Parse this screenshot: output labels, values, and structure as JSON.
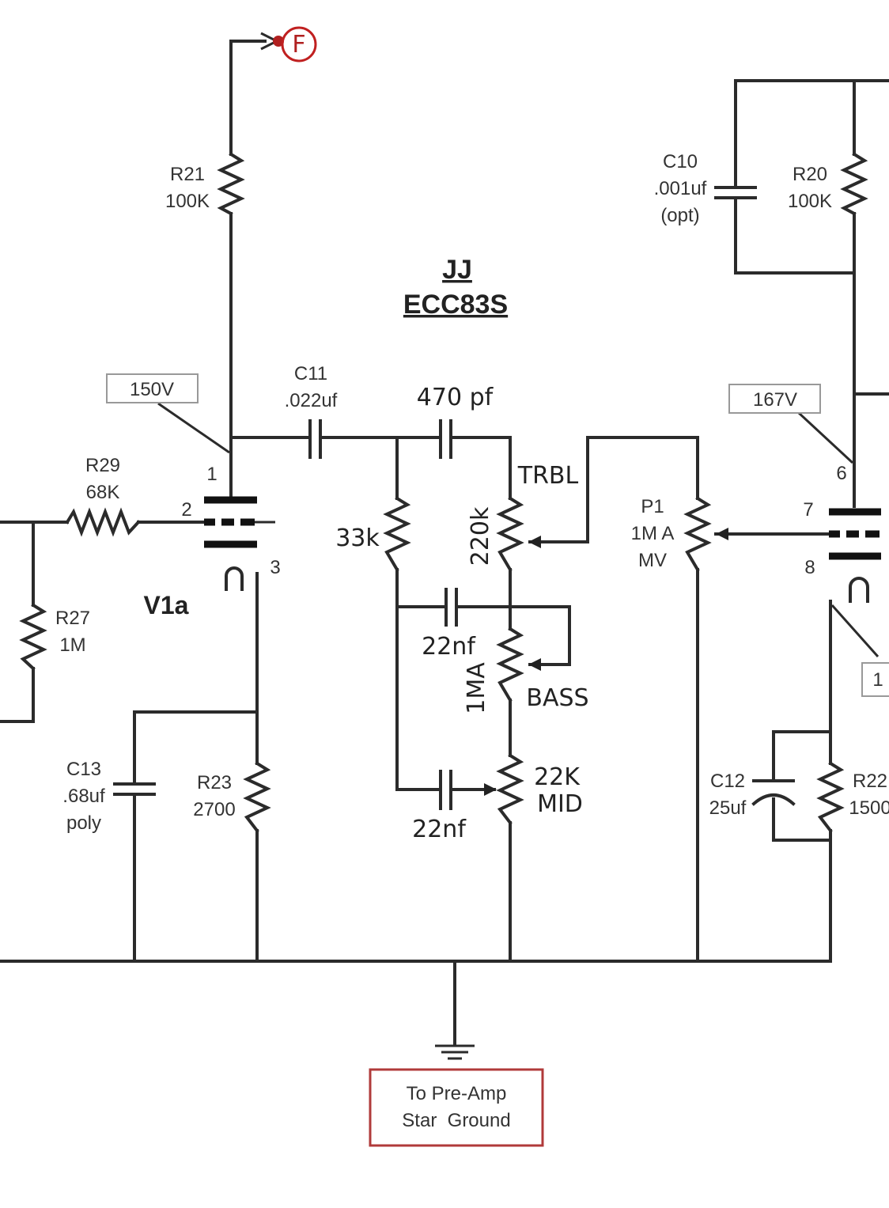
{
  "title": {
    "line1": "JJ",
    "line2": "ECC83S"
  },
  "connector": {
    "letter": "F"
  },
  "voltages": {
    "v1a_plate": "150V",
    "v1b_plate": "167V",
    "v1b_cathode": "1"
  },
  "pins": {
    "p1": "1",
    "p2": "2",
    "p3": "3",
    "p6": "6",
    "p7": "7",
    "p8": "8"
  },
  "tube": {
    "v1a": "V1a"
  },
  "components": {
    "r21": {
      "name": "R21",
      "value": "100K"
    },
    "r20": {
      "name": "R20",
      "value": "100K"
    },
    "c10": {
      "name": "C10",
      "value": ".001uf",
      "note": "(opt)"
    },
    "c11": {
      "name": "C11",
      "value": ".022uf"
    },
    "c_treble": {
      "value": "470 pf"
    },
    "r29": {
      "name": "R29",
      "value": "68K"
    },
    "r27": {
      "name": "R27",
      "value": "1M"
    },
    "r_slope": {
      "value": "33k"
    },
    "treble_pot": {
      "value": "220k",
      "label": "TRBL"
    },
    "bass_cap": {
      "value": "22nf"
    },
    "bass_pot": {
      "value": "1MA",
      "label": "BASS"
    },
    "mid_pot": {
      "value": "22K",
      "label": "MID"
    },
    "mid_cap": {
      "value": "22nf"
    },
    "p1": {
      "name": "P1",
      "value": "1M A",
      "label": "MV"
    },
    "c13": {
      "name": "C13",
      "value": ".68uf",
      "note": "poly"
    },
    "r23": {
      "name": "R23",
      "value": "2700"
    },
    "c12": {
      "name": "C12",
      "value": "25uf"
    },
    "r22": {
      "name": "R22",
      "value": "1500"
    }
  },
  "ground_note": {
    "line1": "To Pre-Amp",
    "line2": "Star  Ground"
  }
}
